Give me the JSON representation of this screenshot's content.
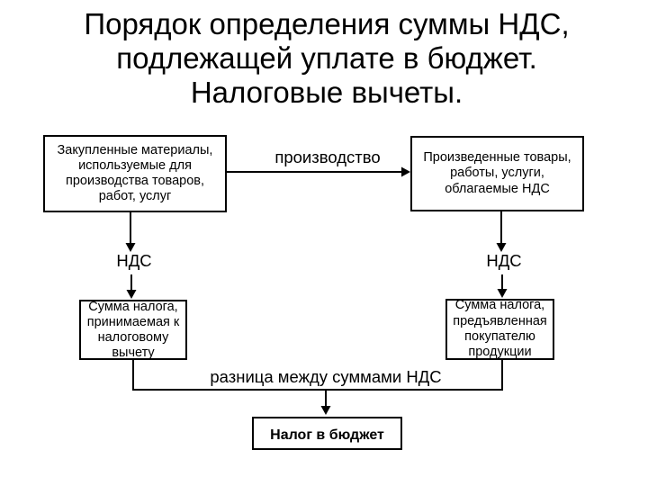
{
  "title": "Порядок определения суммы НДС,\nподлежащей уплате в бюджет.\nНалоговые вычеты.",
  "diagram": {
    "boxes": {
      "purchased": {
        "text": "Закупленные материалы,\nиспользуемые для\nпроизводства товаров,\nработ, услуг"
      },
      "produced": {
        "text": "Произведенные товары,\nработы, услуги,\nоблагаемые НДС"
      },
      "deduction": {
        "text": "Сумма налога,\nпринимаемая к\nналоговому\nвычету"
      },
      "presented": {
        "text": "Сумма налога,\nпредъявленная\nпокупателю\nпродукции"
      },
      "budget": {
        "text": "Налог в бюджет"
      }
    },
    "labels": {
      "production": "производство",
      "vat_left": "НДС",
      "vat_right": "НДС",
      "difference": "разница между суммами НДС"
    },
    "colors": {
      "background": "#ffffff",
      "line": "#000000",
      "text": "#000000"
    }
  }
}
